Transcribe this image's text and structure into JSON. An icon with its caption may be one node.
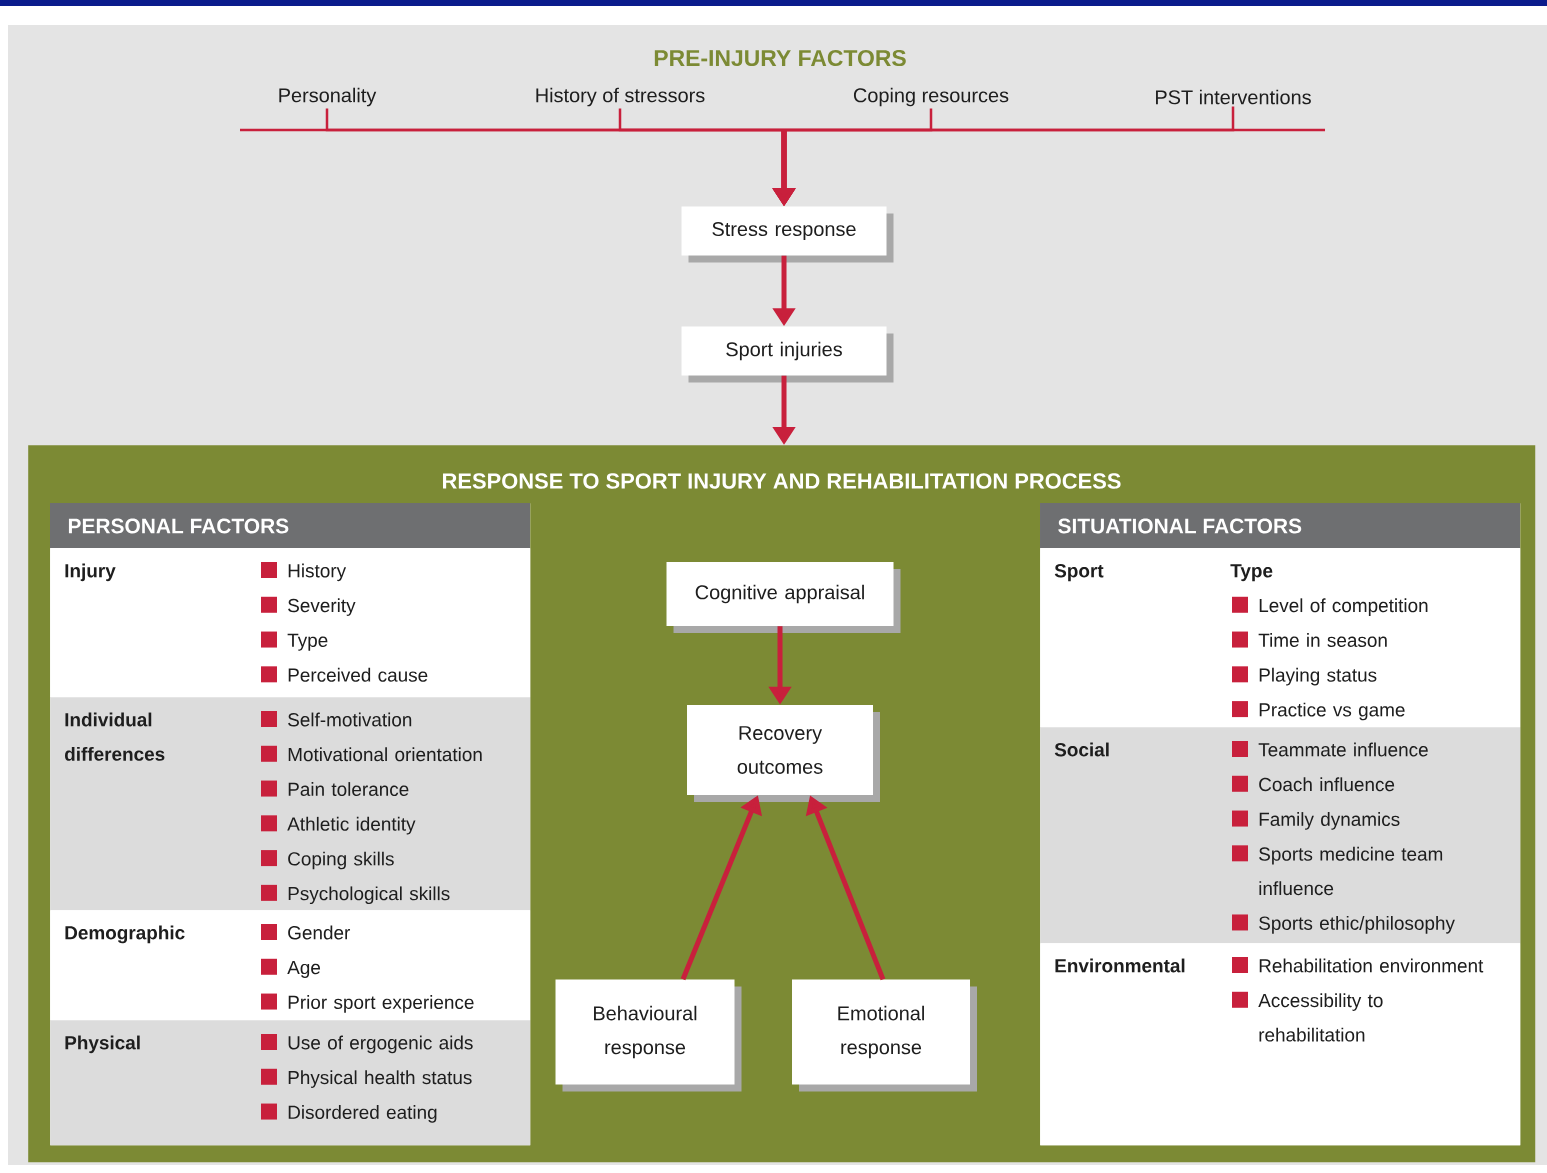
{
  "diagram": {
    "title": "PRE-INJURY FACTORS",
    "nodes": [
      {
        "text": [
          "Personality"
        ]
      },
      {
        "text": [
          "History of stressors"
        ]
      },
      {
        "text": [
          "Coping resources"
        ]
      },
      {
        "text": [
          "PST interventions"
        ]
      },
      {
        "text": [
          "Stress response"
        ]
      },
      {
        "text": [
          "Sport injuries"
        ]
      },
      {
        "text": [
          "RESPONSE TO SPORT INJURY AND REHABILITATION PROCESS"
        ]
      },
      {
        "text": [
          "PERSONAL FACTORS"
        ],
        "in": 6
      },
      {
        "text": [
          "Injury",
          "History",
          "Severity",
          "Type",
          "Perceived cause"
        ],
        "in": 7
      },
      {
        "text": [
          "Individual differences",
          "Self-motivation",
          "Motivational orientation",
          "Pain tolerance",
          "Athletic identity",
          "Coping skills",
          "Psychological skills"
        ],
        "in": 7
      },
      {
        "text": [
          "Demographic",
          "Gender",
          "Age",
          "Prior sport experience"
        ],
        "in": 7
      },
      {
        "text": [
          "Physical",
          "Use of ergogenic aids",
          "Physical health status",
          "Disordered eating"
        ],
        "in": 7
      },
      {
        "text": [
          "Cognitive appraisal"
        ],
        "in": 6
      },
      {
        "text": [
          "Recovery outcomes"
        ],
        "in": 6
      },
      {
        "text": [
          "Behavioural response"
        ],
        "in": 6
      },
      {
        "text": [
          "Emotional response"
        ],
        "in": 6
      },
      {
        "text": [
          "SITUATIONAL FACTORS"
        ],
        "in": 6
      },
      {
        "text": [
          "Sport",
          "Type",
          "Level of competition",
          "Time in season",
          "Playing status",
          "Practice vs game"
        ],
        "in": 16
      },
      {
        "text": [
          "Social",
          "Teammate influence",
          "Coach influence",
          "Family dynamics",
          "Sports medicine team influence",
          "Sports ethic/philosophy"
        ],
        "in": 16
      },
      {
        "text": [
          "Environmental",
          "Rehabilitation environment",
          "Accessibility to rehabilitation"
        ],
        "in": 16
      }
    ],
    "edges": [
      {
        "from": 0,
        "to": 4,
        "arrow": "to"
      },
      {
        "from": 1,
        "to": 4,
        "arrow": "to"
      },
      {
        "from": 2,
        "to": 4,
        "arrow": "to"
      },
      {
        "from": 3,
        "to": 4,
        "arrow": "to"
      },
      {
        "from": 4,
        "to": 5,
        "arrow": "to"
      },
      {
        "from": 5,
        "to": 6,
        "arrow": "to"
      },
      {
        "from": 12,
        "to": 13,
        "arrow": "to"
      },
      {
        "from": 14,
        "to": 13,
        "arrow": "to"
      },
      {
        "from": 15,
        "to": 13,
        "arrow": "to"
      }
    ]
  }
}
